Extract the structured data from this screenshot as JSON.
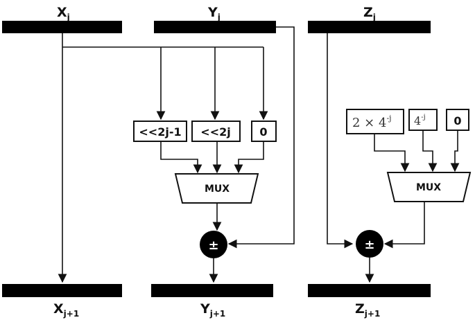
{
  "registers": {
    "x_in": {
      "main": "X",
      "sub": "j"
    },
    "y_in": {
      "main": "Y",
      "sub": "j"
    },
    "z_in": {
      "main": "Z",
      "sub": "j"
    },
    "x_out": {
      "main": "X",
      "sub": "j+1"
    },
    "y_out": {
      "main": "Y",
      "sub": "j+1"
    },
    "z_out": {
      "main": "Z",
      "sub": "j+1"
    }
  },
  "shift_boxes": [
    "<<2j-1",
    "<<2j",
    "0"
  ],
  "constant_boxes": {
    "two_times": {
      "base": "2 × 4",
      "exp": "-j"
    },
    "four_pow": {
      "base": "4",
      "exp": "-j"
    },
    "zero": "0"
  },
  "mux": {
    "y_label": "MUX",
    "z_label": "MUX"
  },
  "adders": {
    "y_symbol": "±",
    "z_symbol": "±"
  }
}
